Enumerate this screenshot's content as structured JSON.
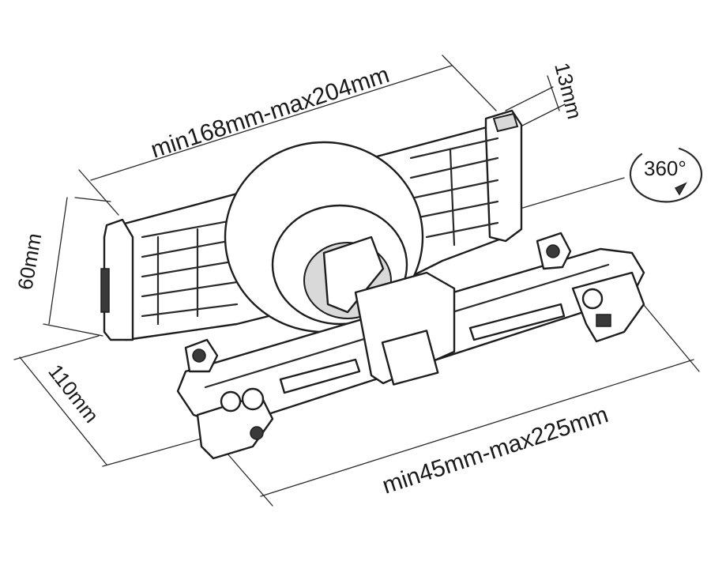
{
  "dimensions": {
    "clamp_width": "min168mm-max204mm",
    "clamp_depth": "13mm",
    "rotation": "360°",
    "height": "60mm",
    "bar_depth": "110mm",
    "bar_span": "min45mm-max225mm"
  },
  "icons": {
    "rotation": "rotate-arrow-icon"
  }
}
